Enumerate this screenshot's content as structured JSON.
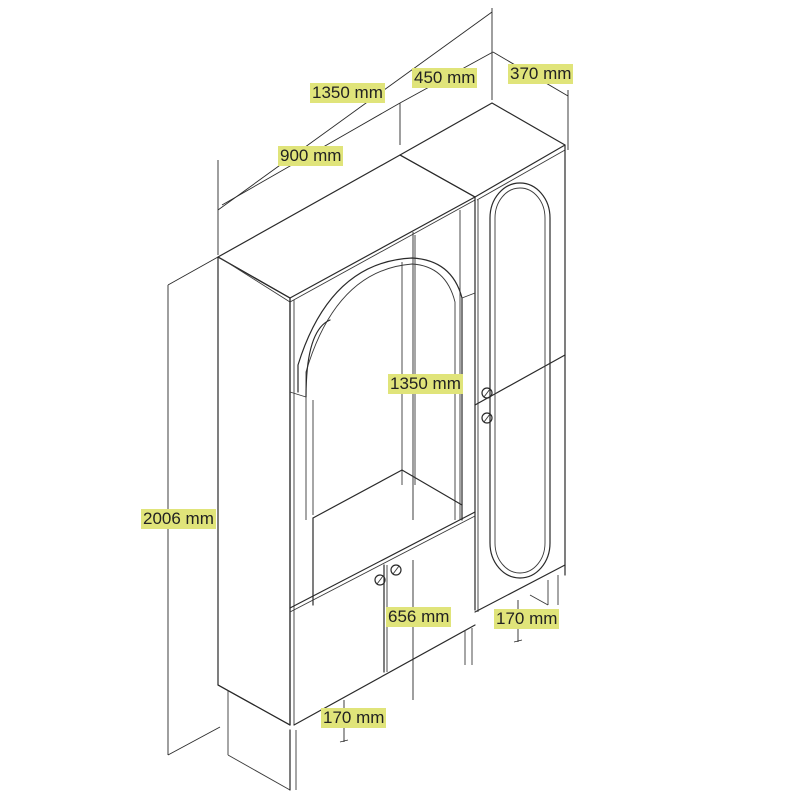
{
  "diagram": {
    "subject": "isometric-cabinet-dimension-drawing",
    "colors": {
      "line": "#2a2a2a",
      "label_highlight": "#e0e47a",
      "background": "#ffffff"
    },
    "dimensions": {
      "total_width": "1350 mm",
      "right_module_width": "450 mm",
      "depth": "370 mm",
      "left_module_width": "900 mm",
      "total_height": "2006 mm",
      "glass_section_height": "1350 mm",
      "lower_cabinet_height": "656 mm",
      "right_leg_height": "170 mm",
      "left_leg_height": "170 mm"
    }
  }
}
